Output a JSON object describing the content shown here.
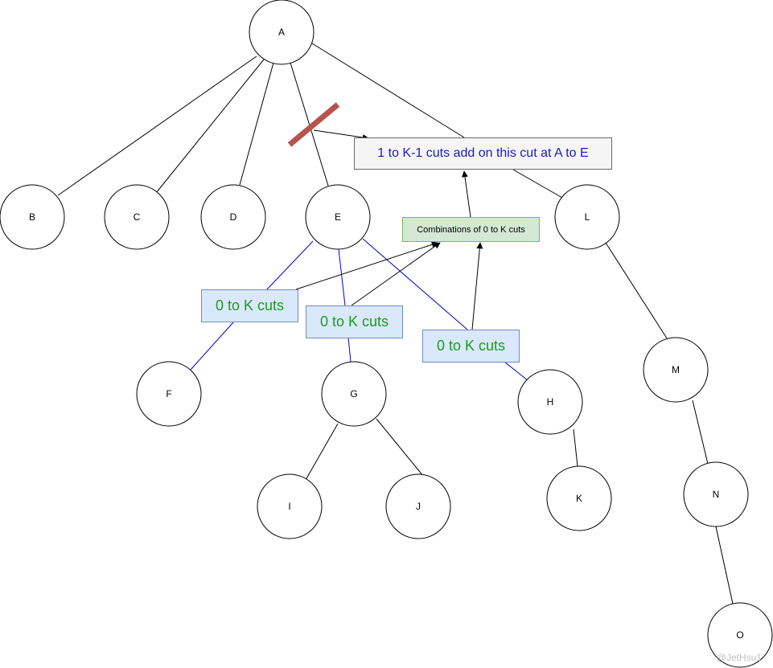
{
  "nodes": {
    "A": "A",
    "B": "B",
    "C": "C",
    "D": "D",
    "E": "E",
    "L": "L",
    "F": "F",
    "G": "G",
    "H": "H",
    "M": "M",
    "I": "I",
    "J": "J",
    "K": "K",
    "N": "N",
    "O": "O"
  },
  "labels": {
    "cut_note": "1 to K-1 cuts  add on this cut at A to E",
    "combinations": "Combinations of 0 to K cuts",
    "cuts_F": "0  to K cuts",
    "cuts_G": "0  to K cuts",
    "cuts_H": "0  to K cuts"
  },
  "watermark": "@JetHsu1",
  "colors": {
    "edge": "#000000",
    "subtree_edge": "#0000cc",
    "cut_mark": "#b85450",
    "note_text": "#1a1acc",
    "cuts_text": "#1c9c1c"
  }
}
